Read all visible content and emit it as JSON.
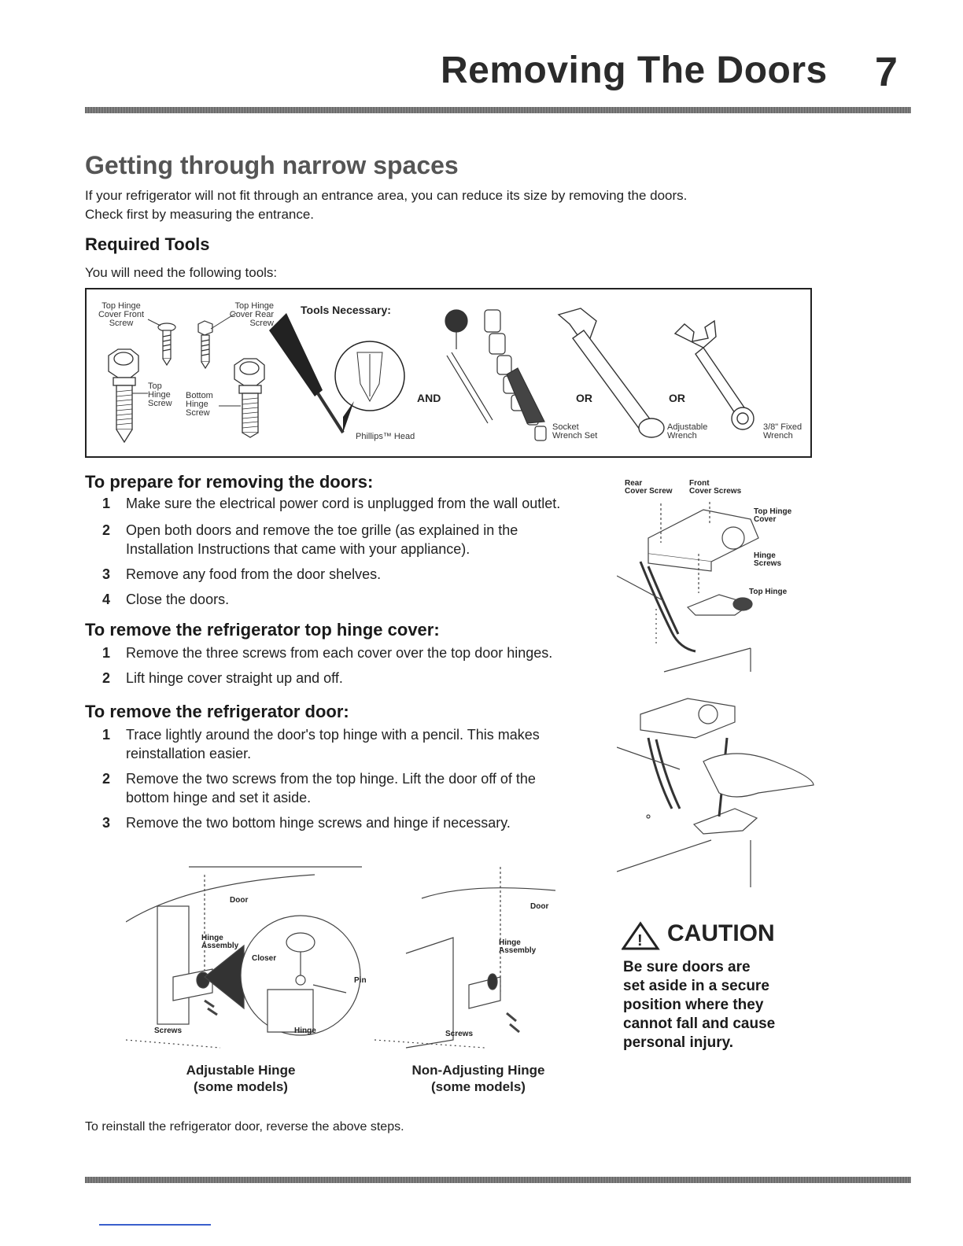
{
  "header": {
    "title": "Removing The Doors",
    "page_number": "7"
  },
  "section": {
    "heading": "Getting through narrow spaces",
    "intro_line1": "If your refrigerator will not fit through an entrance area, you can reduce its size by removing the doors.",
    "intro_line2": "Check first by measuring the entrance."
  },
  "tools": {
    "heading": "Required Tools",
    "intro": "You will need the following tools:",
    "necessary_label": "Tools Necessary:",
    "screw_labels": {
      "top_hinge_cover_front": [
        "Top Hinge",
        "Cover Front",
        "Screw"
      ],
      "top_hinge_cover_rear": [
        "Top Hinge",
        "Cover Rear",
        "Screw"
      ],
      "top_hinge_screw": [
        "Top",
        "Hinge",
        "Screw"
      ],
      "bottom_hinge_screw": [
        "Bottom",
        "Hinge",
        "Screw"
      ]
    },
    "and_label": "AND",
    "or_label_1": "OR",
    "or_label_2": "OR",
    "phillips": "Phillips™ Head",
    "socket": [
      "Socket",
      "Wrench Set"
    ],
    "adjustable": [
      "Adjustable",
      "Wrench"
    ],
    "fixed": [
      "3/8\" Fixed",
      "Wrench"
    ]
  },
  "prepare": {
    "heading": "To prepare for removing the doors:",
    "steps": [
      {
        "n": "1",
        "text": "Make sure the electrical power cord is unplugged from the wall outlet."
      },
      {
        "n": "2",
        "text": "Open both doors and remove the toe grille (as explained in the",
        "text2": "Installation Instructions that came with your appliance)."
      },
      {
        "n": "3",
        "text": "Remove any food from the door shelves."
      },
      {
        "n": "4",
        "text": "Close the doors."
      }
    ]
  },
  "hinge_cover": {
    "heading": "To remove the refrigerator top hinge cover:",
    "steps": [
      {
        "n": "1",
        "text": "Remove the three screws from each cover over the top door hinges."
      },
      {
        "n": "2",
        "text": "Lift hinge cover straight up and off."
      }
    ]
  },
  "door": {
    "heading": "To remove the refrigerator door:",
    "steps": [
      {
        "n": "1",
        "text": "Trace lightly around the door's top hinge with a pencil. This makes",
        "text2": "reinstallation easier."
      },
      {
        "n": "2",
        "text": "Remove the two screws from the top hinge. Lift the door off of the",
        "text2": "bottom hinge and set it aside."
      },
      {
        "n": "3",
        "text": "Remove the two bottom hinge screws and hinge if necessary."
      }
    ]
  },
  "figure_top_hinge": {
    "rear_cover_screw": [
      "Rear",
      "Cover Screw"
    ],
    "front_cover_screws": [
      "Front",
      "Cover Screws"
    ],
    "top_hinge_cover": [
      "Top Hinge",
      "Cover"
    ],
    "hinge_screws": [
      "Hinge",
      "Screws"
    ],
    "top_hinge": "Top Hinge"
  },
  "figure_adjustable": {
    "door": "Door",
    "hinge_assembly": [
      "Hinge",
      "Assembly"
    ],
    "closer": "Closer",
    "pin": "Pin",
    "screws": "Screws",
    "hinge": "Hinge",
    "caption": [
      "Adjustable Hinge",
      "(some models)"
    ]
  },
  "figure_nonadjusting": {
    "door": "Door",
    "hinge_assembly": [
      "Hinge",
      "Assembly"
    ],
    "screws": "Screws",
    "caption": [
      "Non-Adjusting Hinge",
      "(some models)"
    ]
  },
  "caution": {
    "title": "CAUTION",
    "lines": [
      "Be sure doors are",
      "set aside in a secure",
      "position where they",
      "cannot fall and cause",
      "personal injury."
    ]
  },
  "footer": {
    "reinstall": "To reinstall the refrigerator door, reverse the above steps."
  }
}
